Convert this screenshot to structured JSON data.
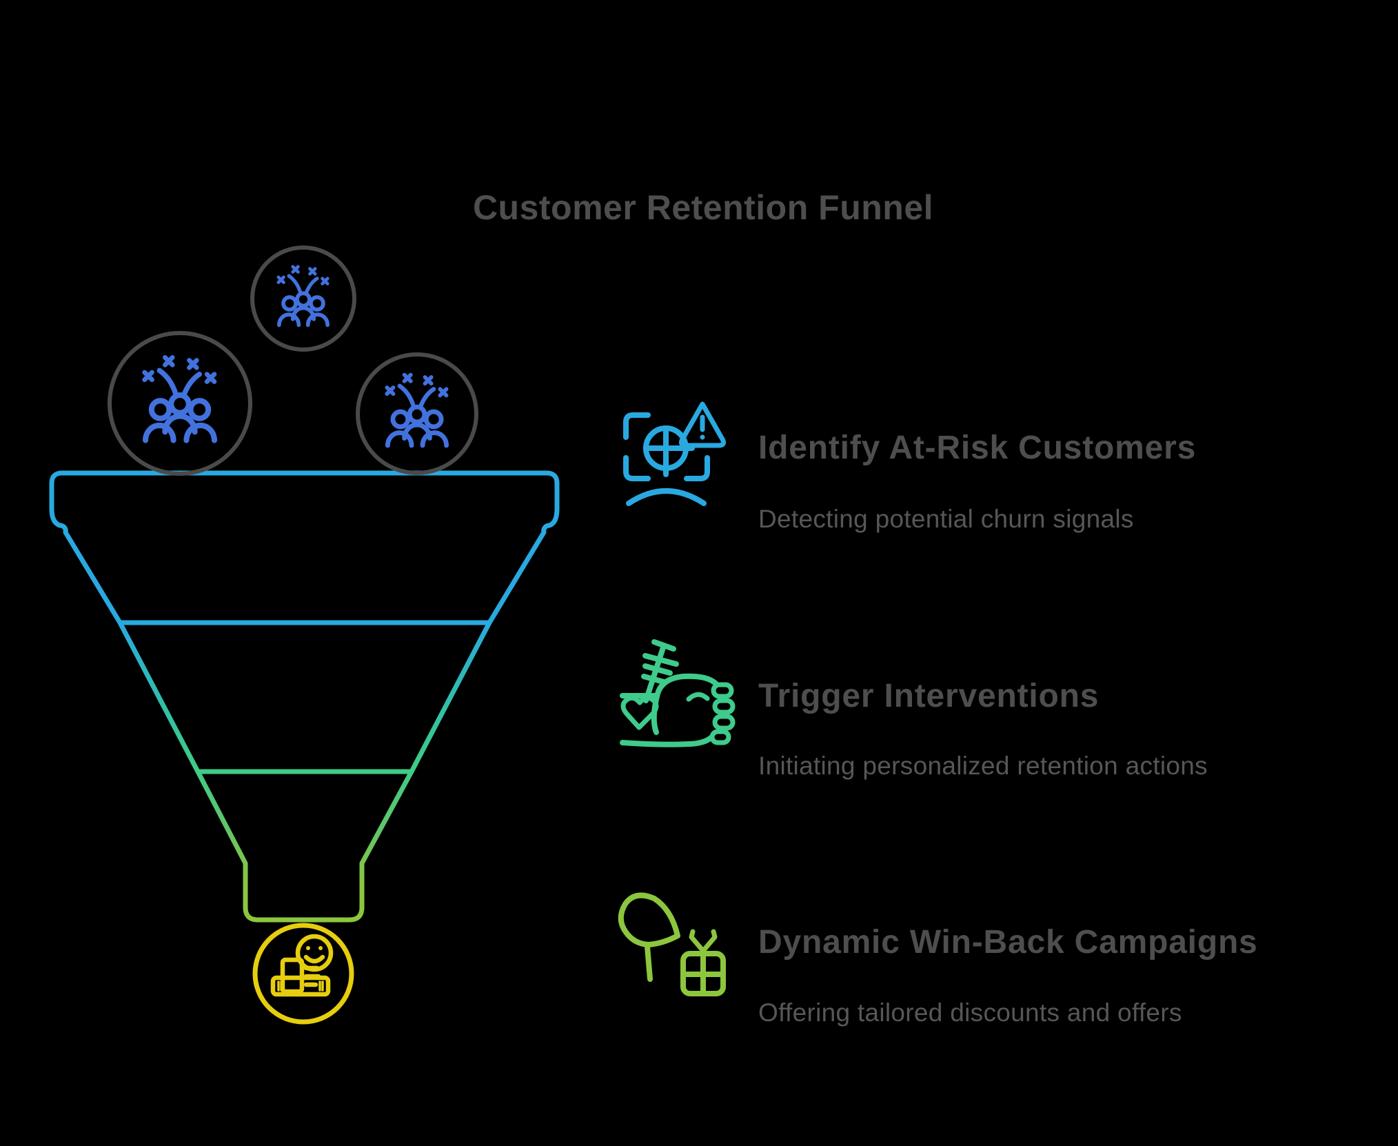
{
  "title": {
    "text": "Customer Retention Funnel",
    "color": "#4e4e4e"
  },
  "funnel": {
    "colors": {
      "stage1_blue": "#29a9e0",
      "stage2_green": "#3ecc86",
      "stage3_lime": "#8cc63e",
      "outcome_yellow": "#e6ce0f",
      "bubble_outline_gray": "#4a4a4a",
      "crowd_blue": "#4272de"
    },
    "bubbles": [
      {
        "icon": "celebrating-customers"
      },
      {
        "icon": "celebrating-customers"
      },
      {
        "icon": "celebrating-customers"
      }
    ],
    "outcome": {
      "icon": "happy-customer"
    }
  },
  "steps": [
    {
      "heading": "Identify At-Risk Customers",
      "description": "Detecting potential churn signals",
      "icon": "churn-scan-warning",
      "accent": "#29a9e0"
    },
    {
      "heading": "Trigger Interventions",
      "description": "Initiating personalized retention actions",
      "icon": "grip-trigger-hand",
      "accent": "#3fcb8b"
    },
    {
      "heading": "Dynamic Win-Back Campaigns",
      "description": "Offering tailored discounts and offers",
      "icon": "megaphone-gift",
      "accent": "#8cc63e"
    }
  ]
}
